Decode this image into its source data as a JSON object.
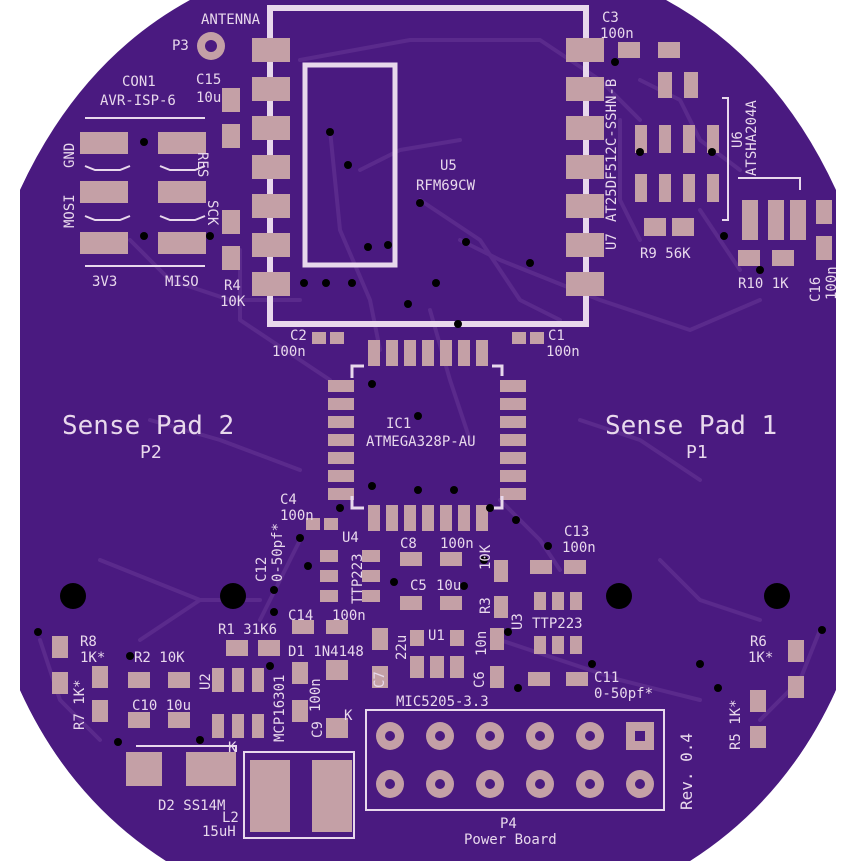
{
  "colors": {
    "board": "#4a1a80",
    "copper": "#c4a0a6",
    "silk": "#e8d8ec"
  },
  "labels": {
    "antenna": "ANTENNA",
    "p3": "P3",
    "con1": "CON1",
    "con1_value": "AVR-ISP-6",
    "c15": "C15",
    "c15_value": "10u",
    "res": "RES",
    "sck": "SCK",
    "mosi": "MOSI",
    "gnd": "GND",
    "v3v3": "3V3",
    "miso": "MISO",
    "r4": "R4",
    "r4_value": "10K",
    "u5": "U5",
    "u5_value": "RFM69CW",
    "c3": "C3",
    "c3_value": "100n",
    "r9_top": "R9",
    "flash": "AT25DF512C-SSHN-B",
    "u7": "U7",
    "u6": "U6",
    "atsha": "ATSHA204A",
    "r9": "R9 56K",
    "r10": "R10 1K",
    "c16": "C16",
    "c16_value": "100n",
    "c2": "C2",
    "c2_value": "100n",
    "c1": "C1",
    "c1_value": "100n",
    "sense2": "Sense Pad 2",
    "p2": "P2",
    "sense1": "Sense Pad 1",
    "p1": "P1",
    "ic1": "IC1",
    "ic1_value": "ATMEGA328P-AU",
    "c4": "C4",
    "c4_value": "100n",
    "c12": "C12",
    "c12_value": "0-50pf*",
    "u4": "U4",
    "ttp_u4": "TTP223",
    "c8": "C8",
    "c8_value": "100n",
    "r3_value": "10K",
    "c13": "C13",
    "c13_value": "100n",
    "c5": "C5",
    "c5_value": "10u",
    "r3": "R3",
    "u3": "U3",
    "ttp_u3": "TTP223",
    "c14": "C14",
    "c14_value": "100n",
    "r1": "R1 31K6",
    "d1": "D1 1N4148",
    "c7": "C7",
    "c7_value": "22u",
    "u1": "U1",
    "c6": "C6",
    "c6_value": "10n",
    "r8": "R8",
    "r8_value": "1K*",
    "r2": "R2 10K",
    "u2": "U2",
    "c9": "C9",
    "c9_value": "100n",
    "mcp": "MCP16301",
    "mic": "MIC5205-3.3",
    "c11": "C11",
    "c11_value": "0-50pf*",
    "r6": "R6",
    "r6_value": "1K*",
    "r7": "R7 1K*",
    "c10": "C10 10u",
    "k1": "K",
    "k2": "K",
    "r5": "R5 1K*",
    "rev": "Rev. 0.4",
    "d2": "D2 SS14M",
    "l2": "L2",
    "l2_value": "15uH",
    "p4": "P4",
    "p4_value": "Power Board"
  }
}
